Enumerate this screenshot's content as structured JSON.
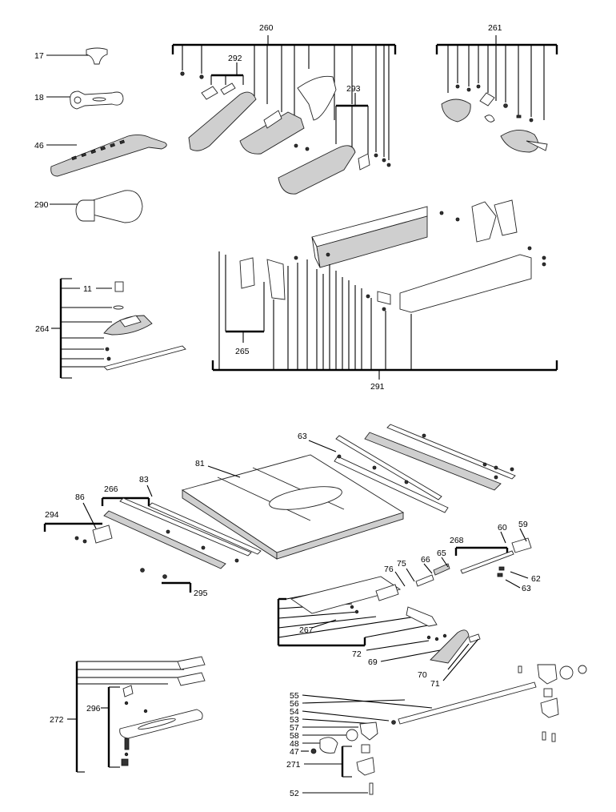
{
  "labels": {
    "l17": "17",
    "l18": "18",
    "l46": "46",
    "l290": "290",
    "l260": "260",
    "l292": "292",
    "l293": "293",
    "l261": "261",
    "l11": "11",
    "l264": "264",
    "l265": "265",
    "l291": "291",
    "l63a": "63",
    "l81": "81",
    "l83": "83",
    "l266": "266",
    "l86": "86",
    "l294": "294",
    "l295": "295",
    "l268": "268",
    "l60": "60",
    "l59": "59",
    "l65": "65",
    "l66": "66",
    "l75": "75",
    "l76": "76",
    "l62": "62",
    "l63b": "63",
    "l267": "267",
    "l72": "72",
    "l69": "69",
    "l70": "70",
    "l71": "71",
    "l272": "272",
    "l296": "296",
    "l55": "55",
    "l56": "56",
    "l54": "54",
    "l53": "53",
    "l57": "57",
    "l58": "58",
    "l48": "48",
    "l47": "47",
    "l271": "271",
    "l52": "52"
  }
}
